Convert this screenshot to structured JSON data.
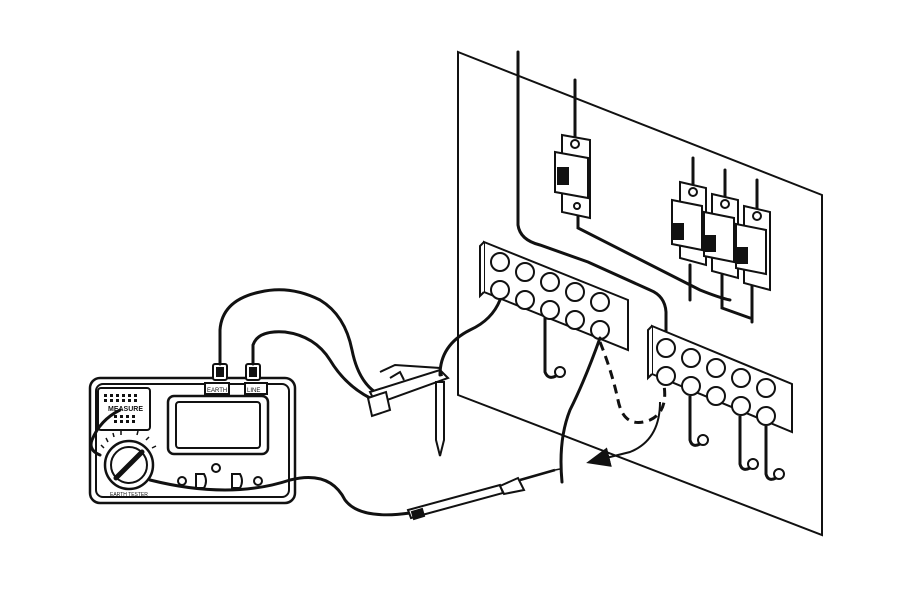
{
  "meter": {
    "terminal_tag": "EARTH",
    "terminal_tag2": "LINE",
    "measure_label": "MEASURE",
    "brand_text": "EARTH TESTER"
  },
  "panel": {
    "breaker_count_single": 1,
    "breaker_count_triple": 3
  },
  "colors": {
    "line": "#111111",
    "background": "#ffffff"
  }
}
